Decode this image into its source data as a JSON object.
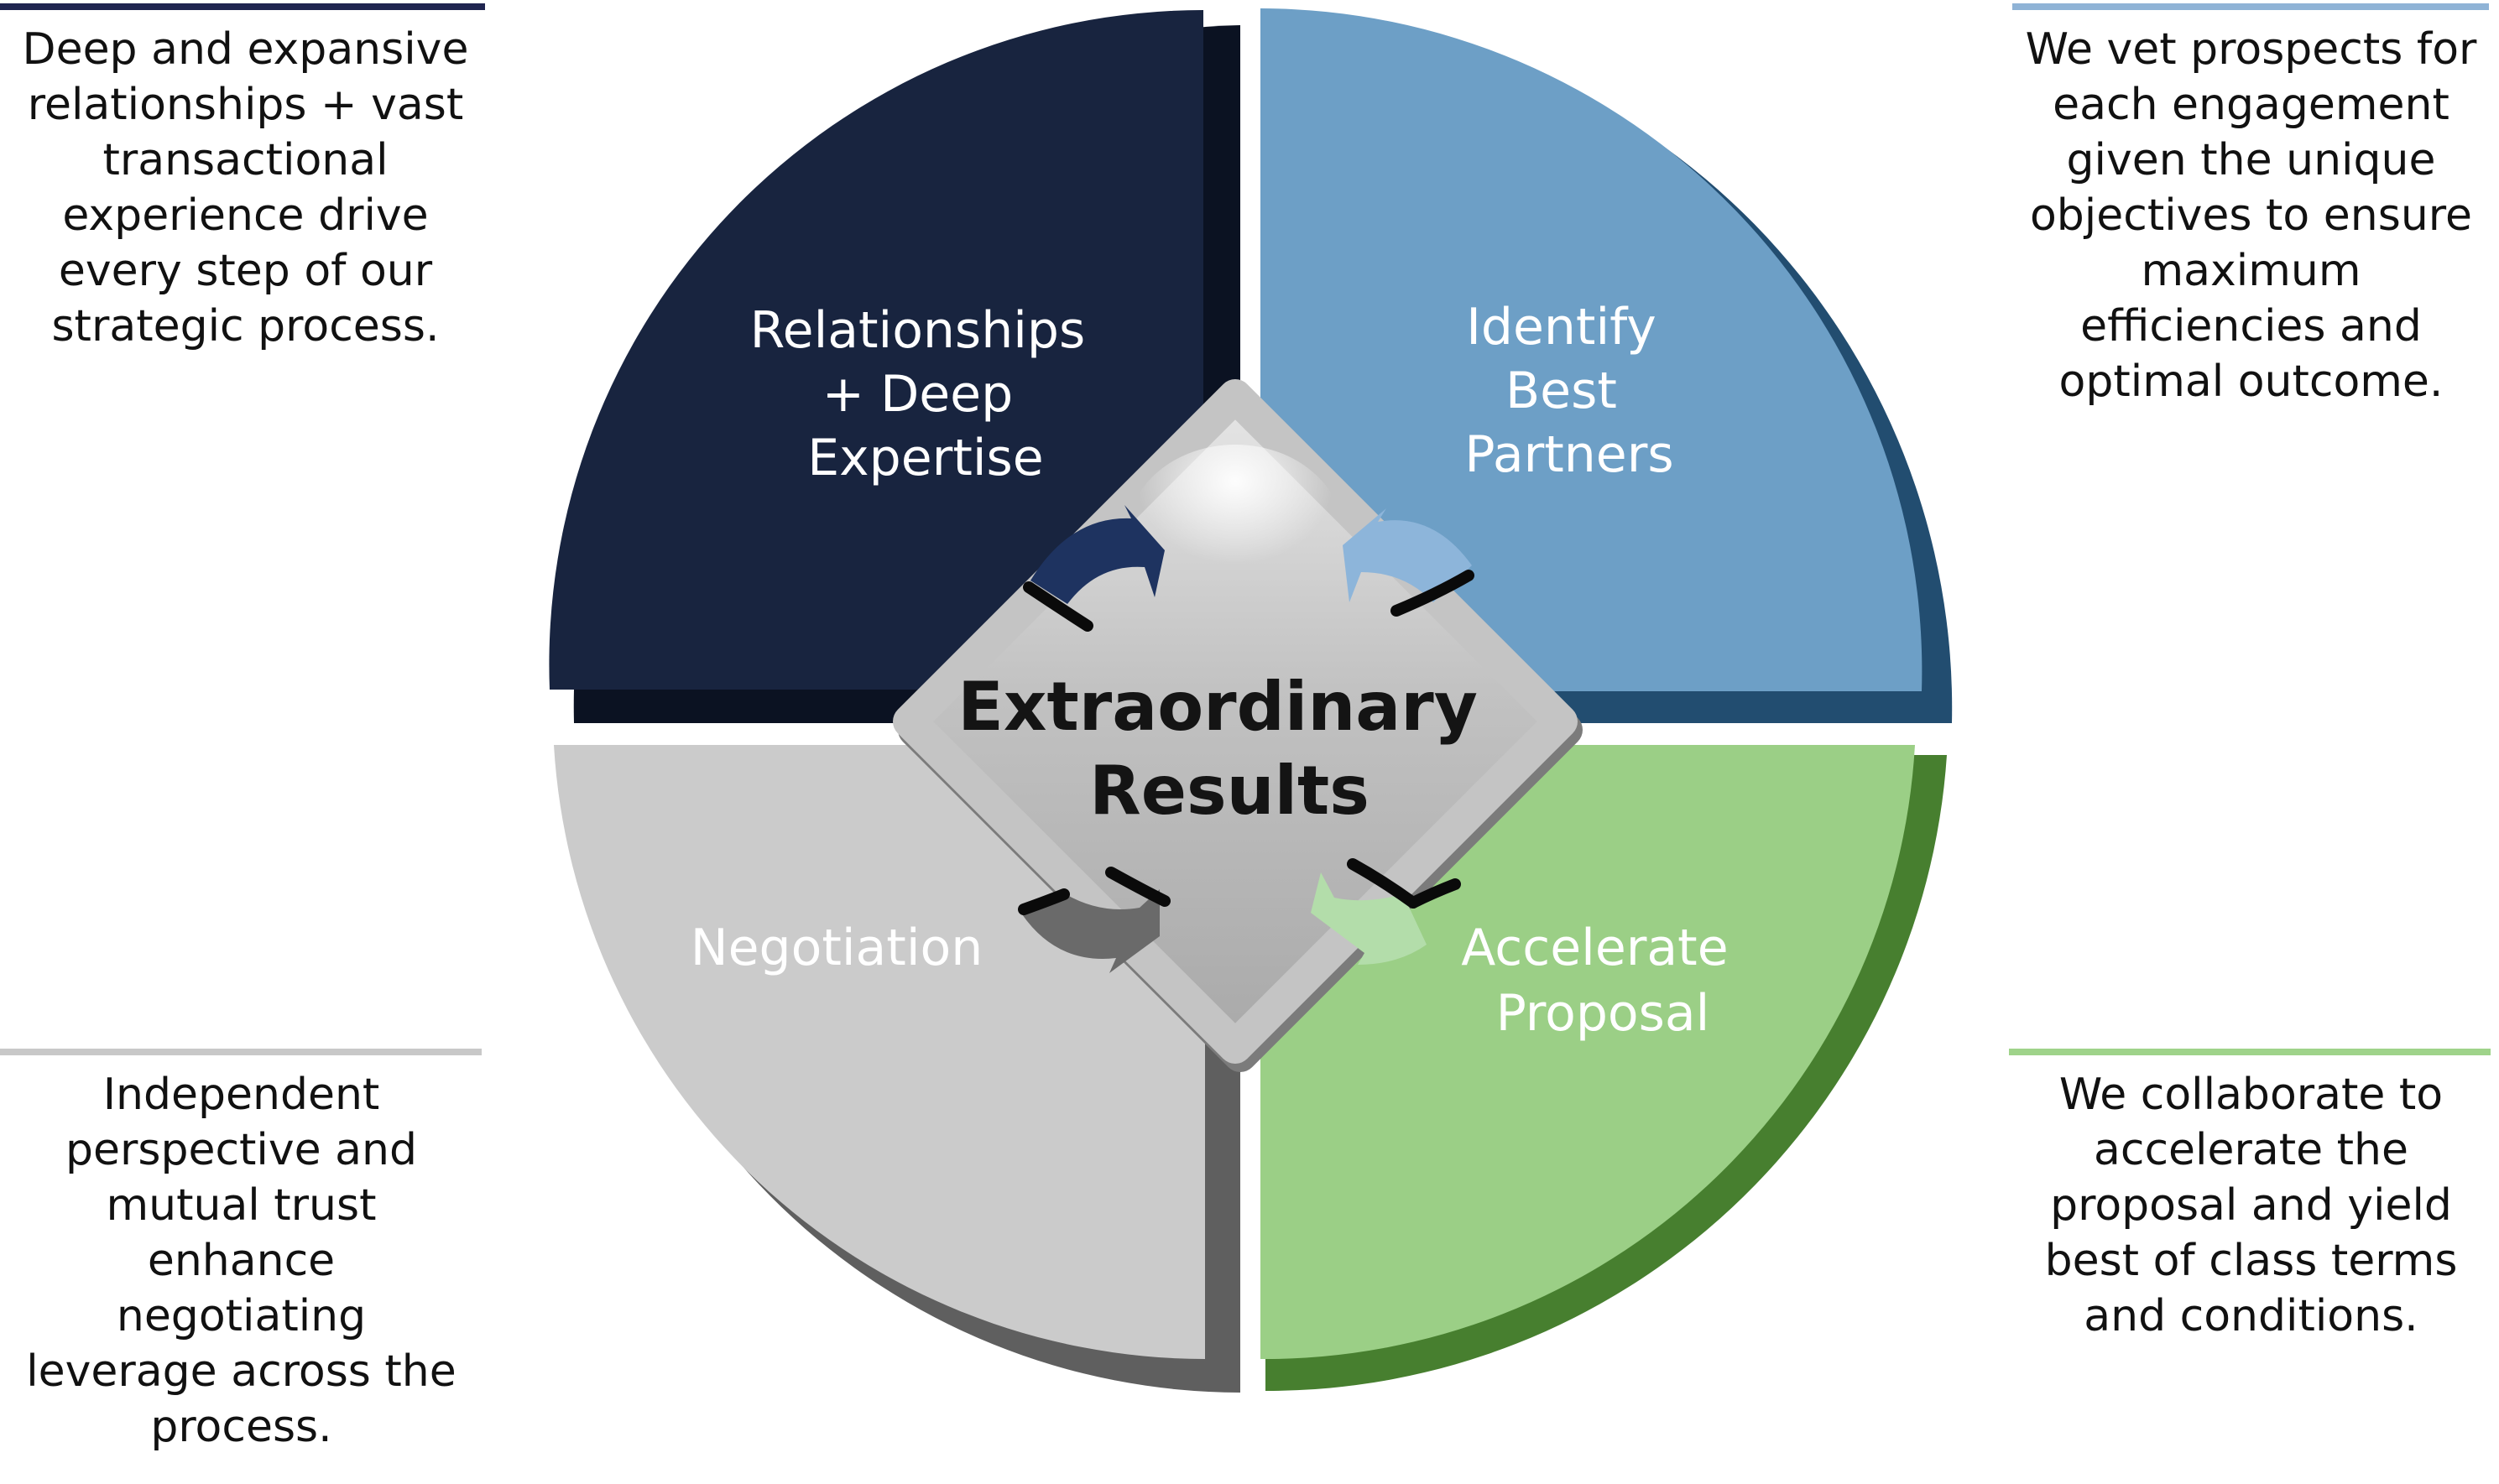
{
  "center": {
    "line1": "Extraordinary",
    "line2": "Results"
  },
  "quadrants": {
    "top_left": {
      "lines": [
        "Relationships",
        "+ Deep",
        "Expertise"
      ],
      "color": "#18243f"
    },
    "top_right": {
      "lines": [
        "Identify",
        "Best",
        "Partners"
      ],
      "color": "#6d9fc6"
    },
    "bottom_left": {
      "lines": [
        "Negotiation"
      ],
      "color": "#cbcbcb"
    },
    "bottom_right": {
      "lines": [
        "Accelerate",
        "Proposal"
      ],
      "color": "#9bcf86"
    }
  },
  "captions": {
    "top_left": {
      "text": "Deep and expansive relationships + vast transactional experience drive every step of our strategic process.",
      "rule_color": "#1f2550"
    },
    "top_right": {
      "text": "We vet prospects for each engagement given the unique objectives to ensure maximum efficiencies and optimal outcome.",
      "rule_color": "#8fb3d6"
    },
    "bottom_left": {
      "text": "Independent perspective and mutual trust enhance negotiating leverage across the process.",
      "rule_color": "#c8c8c8"
    },
    "bottom_right": {
      "text": "We collaborate to accelerate the proposal and yield best of class terms and conditions.",
      "rule_color": "#9fd38a"
    }
  },
  "arrow_colors": {
    "top_left": "#1e3360",
    "top_right": "#8db5da",
    "bottom_left": "#6a6a6a",
    "bottom_right": "#b3ddaa"
  }
}
